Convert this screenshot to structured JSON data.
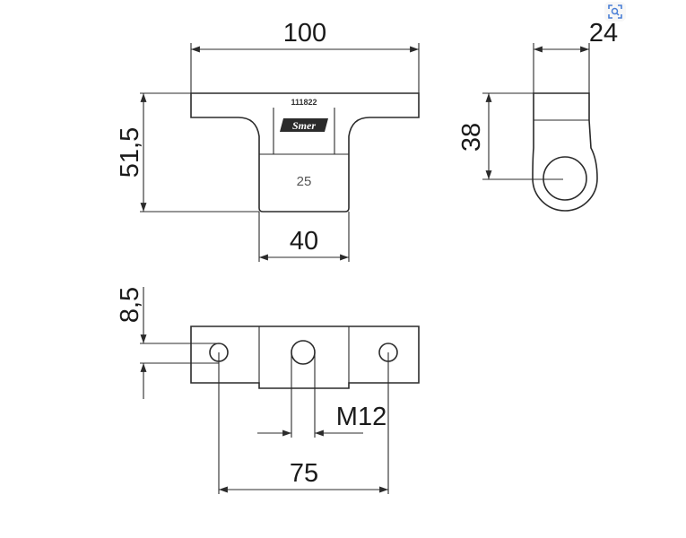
{
  "dimensions": {
    "width_overall": "100",
    "height_overall": "51,5",
    "center_block_width": "40",
    "side_thickness": "24",
    "side_height": "38",
    "offset_top": "8,5",
    "thread": "M12",
    "hole_spacing": "75"
  },
  "part": {
    "part_number": "111822",
    "logo_text": "Smer",
    "size_mark": "25"
  },
  "icons": {
    "scan_icon": "lens-scan-icon"
  },
  "colors": {
    "line": "#2b2b2b",
    "background": "#ffffff",
    "scan_icon": "#4a7fd6"
  }
}
